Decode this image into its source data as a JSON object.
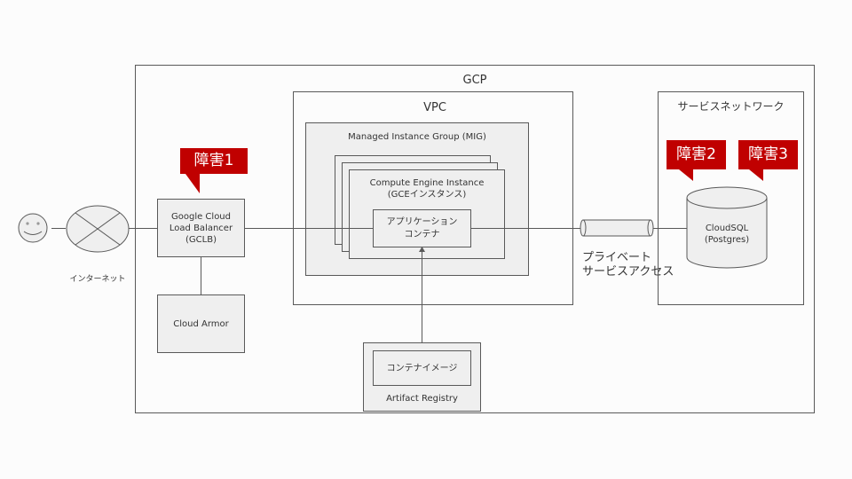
{
  "diagram": {
    "gcp": {
      "label": "GCP"
    },
    "vpc": {
      "label": "VPC"
    },
    "mig": {
      "label": "Managed Instance Group (MIG)"
    },
    "gce": {
      "line1": "Compute Engine Instance",
      "line2": "(GCEインスタンス)"
    },
    "app_container": {
      "line1": "アプリケーション",
      "line2": "コンテナ"
    },
    "gclb": {
      "line1": "Google Cloud",
      "line2": "Load Balancer",
      "line3": "(GCLB)"
    },
    "cloud_armor": {
      "label": "Cloud Armor"
    },
    "internet": {
      "label": "インターネット"
    },
    "private_access": {
      "line1": "プライベート",
      "line2": "サービスアクセス"
    },
    "service_network": {
      "label": "サービスネットワーク"
    },
    "cloudsql": {
      "line1": "CloudSQL",
      "line2": "(Postgres)"
    },
    "artifact_registry": {
      "label": "Artifact Registry",
      "image": "コンテナイメージ"
    },
    "incidents": [
      {
        "label": "障害1"
      },
      {
        "label": "障害2"
      },
      {
        "label": "障害3"
      }
    ],
    "colors": {
      "incident": "#c00000",
      "line": "#595959",
      "fill": "#efefef"
    }
  }
}
